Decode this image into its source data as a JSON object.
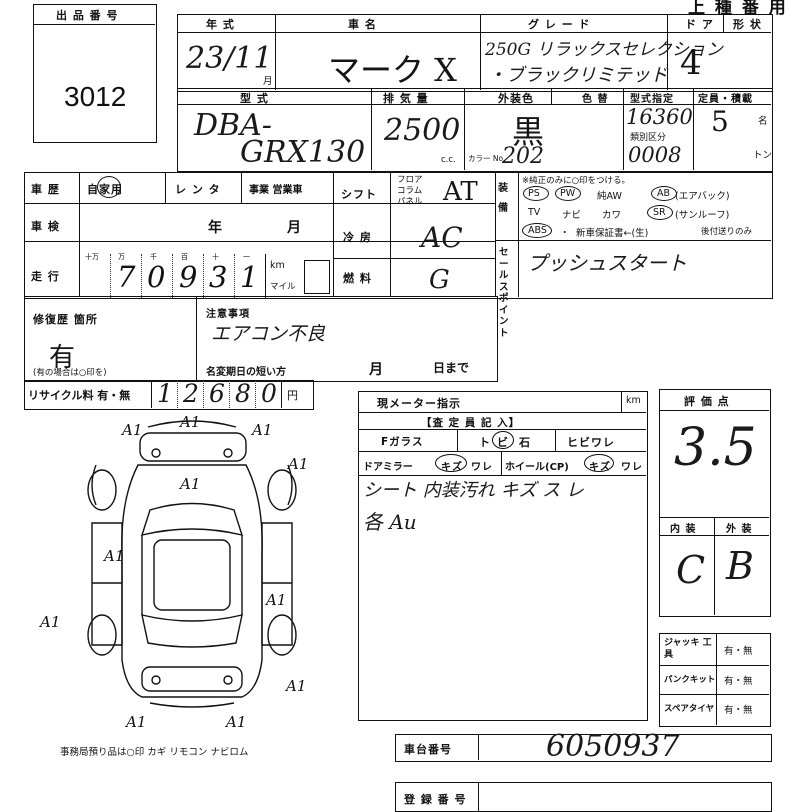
{
  "lot": {
    "label": "出 品 番 号",
    "number": "3012"
  },
  "header": {
    "year_label": "年 式",
    "car_name_label": "車 名",
    "grade_label": "グ レ ー ド",
    "doors_label": "ド ア",
    "shape_label": "形 状",
    "top_right": "上 種 番 用",
    "year_value": "23/11",
    "year_suffix": "月",
    "car_name_value": "マーク X",
    "grade_line1": "250G リラックスセレクション",
    "grade_line2": "・ブラックリミテッド",
    "doors_value": "4"
  },
  "model": {
    "type_label": "型 式",
    "displacement_label": "排 気 量",
    "exterior_color_label": "外装色",
    "color_label": "色 替",
    "type_designation_label": "型式指定",
    "capacity_label": "定員・積載",
    "type_line1": "DBA-",
    "type_line2": "GRX130",
    "displacement_value": "2500",
    "cc_unit": "c.c.",
    "exterior_color_value": "黒",
    "color_code_label": "カラー No.",
    "color_code_value": "202",
    "type_designation_value": "16360",
    "class_number_label": "類別区分",
    "class_number_value": "0008",
    "capacity_value": "5",
    "capacity_unit": "名",
    "load_unit": "トン"
  },
  "history": {
    "label": "車 歴",
    "options": [
      "自家用",
      "レ ン タ",
      "事業 営業車"
    ],
    "shift_label": "シフト",
    "shift_options": [
      "フロア",
      "コラム",
      "パネル"
    ],
    "shift_value": "AT",
    "inspection_label": "車 検",
    "inspection_year": "年",
    "inspection_month": "月",
    "ac_label": "冷 房",
    "ac_value": "AC",
    "mileage_label": "走 行",
    "mileage_place_labels": [
      "十万",
      "万",
      "千",
      "百",
      "十",
      "一"
    ],
    "mileage_digits": [
      "7",
      "0",
      "9",
      "3",
      "1"
    ],
    "km_unit": "km",
    "mile_unit": "マイル",
    "fuel_label": "燃 料",
    "fuel_value": "G"
  },
  "equipment": {
    "label": "装 備",
    "note": "※純正のみに○印をつける。",
    "items_row1": [
      "PS",
      "PW",
      "純AW",
      "AB",
      "(エアバック)"
    ],
    "items_row2": [
      "TV",
      "ナビ",
      "カワ",
      "SR",
      "(サンルーフ)"
    ],
    "items_row3": [
      "ABS",
      "・",
      "新車保証書←(生)",
      "後付送りのみ"
    ],
    "sales_point_label": "セールスポイント",
    "sales_point_value": "プッシュスタート"
  },
  "repair": {
    "label": "修復歴 箇所",
    "value": "有",
    "note": "(有の場合は○印を)",
    "notes_label": "注意事項",
    "notes_value": "エアコン不良",
    "name_change_label": "名変期日の短い方",
    "name_change_month": "月",
    "name_change_day": "日まで"
  },
  "recycle": {
    "label": "リサイクル料 有・無",
    "digits": [
      "1",
      "2",
      "6",
      "8",
      "0"
    ],
    "unit": "円"
  },
  "meter": {
    "label": "現メーター指示",
    "unit": "km"
  },
  "inspector": {
    "header": "【査 定 員 記 入】",
    "f_glass_label": "Fガラス",
    "f_glass_options": [
      "ト",
      "ビ",
      "石",
      "ヒビワレ"
    ],
    "mirror_label": "ドアミラー",
    "mirror_options": [
      "キズ",
      "ワレ"
    ],
    "wheel_label": "ホイール(CP)",
    "wheel_options": [
      "キズ",
      "ワレ"
    ],
    "comment_line1": "シート 内装汚れ キズ ス レ",
    "comment_line2": "各 Au"
  },
  "evaluation": {
    "score_label": "評 価 点",
    "score_value": "3.5",
    "interior_label": "内 装",
    "exterior_label": "外 装",
    "interior_value": "C",
    "exterior_value": "B"
  },
  "accessories": [
    {
      "label": "ジャッキ 工具",
      "value": "有・無"
    },
    {
      "label": "パンクキット",
      "value": "有・無"
    },
    {
      "label": "スペアタイヤ",
      "value": "有・無"
    }
  ],
  "chassis": {
    "label": "車台番号",
    "value": "6050937"
  },
  "diagram": {
    "marks": [
      "A1",
      "A1",
      "A1",
      "A1",
      "A1",
      "A1",
      "A1",
      "A1",
      "A1",
      "A1",
      "A1"
    ],
    "caption": "事務局預り品は○印  カギ  リモコン  ナビロム"
  },
  "bottom_label": "登 録 番 号"
}
